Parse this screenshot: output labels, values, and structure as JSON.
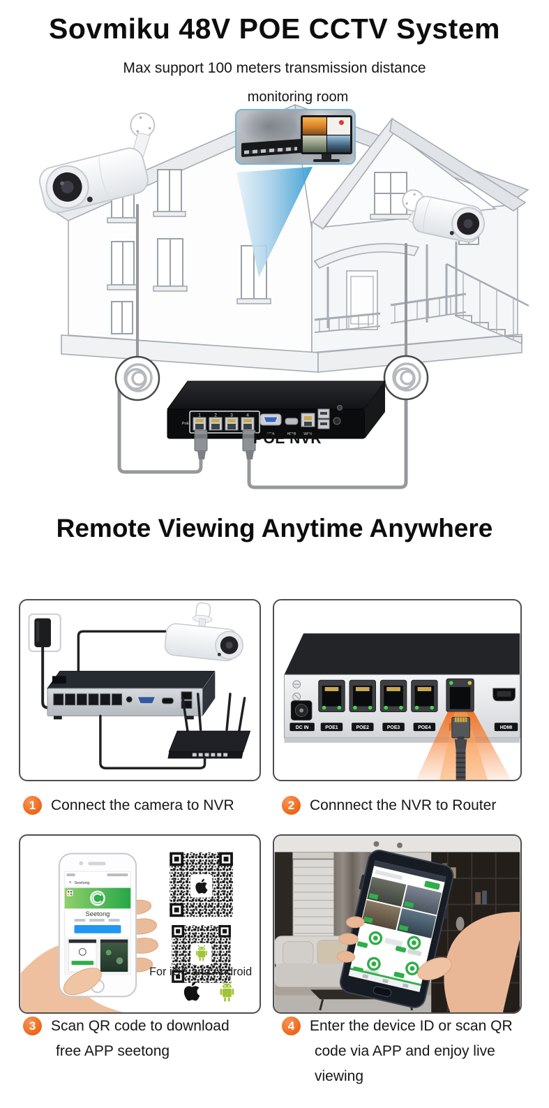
{
  "header": {
    "title": "Sovmiku 48V POE CCTV System",
    "subtitle": "Max support 100 meters transmission distance"
  },
  "top_diagram": {
    "monitoring_room_label": "monitoring room",
    "poe_nvr_label": "POE NVR",
    "poe_chip": "PoE",
    "port_numbers": [
      "1",
      "2",
      "3",
      "4"
    ],
    "port_labels": {
      "vga": "VGA",
      "hdmi": "HDMI",
      "wan": "WAN"
    }
  },
  "remote_section": {
    "heading": "Remote Viewing Anytime Anywhere"
  },
  "steps": [
    {
      "number": "1",
      "lines": [
        "Connect the camera to NVR"
      ]
    },
    {
      "number": "2",
      "lines": [
        "Connnect the NVR to Router"
      ]
    },
    {
      "number": "3",
      "lines": [
        "Scan QR code to download",
        "free APP seetong"
      ]
    },
    {
      "number": "4",
      "lines": [
        "Enter the device ID or scan QR",
        "code via APP  and enjoy live",
        "viewing"
      ]
    }
  ],
  "panel2_labels": {
    "dc_in": "DC IN",
    "poe1": "POE1",
    "poe2": "POE2",
    "poe3": "POE3",
    "poe4": "POE4",
    "hdmi": "HDMI"
  },
  "panel3": {
    "close_icon": "×",
    "nav_app_name": "Seetong",
    "app_title": "Seetong",
    "caption": "For iOS and Android"
  },
  "colors": {
    "step_orange": "#ee6418",
    "beam_blue": "#2f99d2",
    "seetong_green": "#2fae4a",
    "android_green": "#9fc437",
    "download_blue": "#2196f3",
    "glow_orange": "#f37021"
  }
}
